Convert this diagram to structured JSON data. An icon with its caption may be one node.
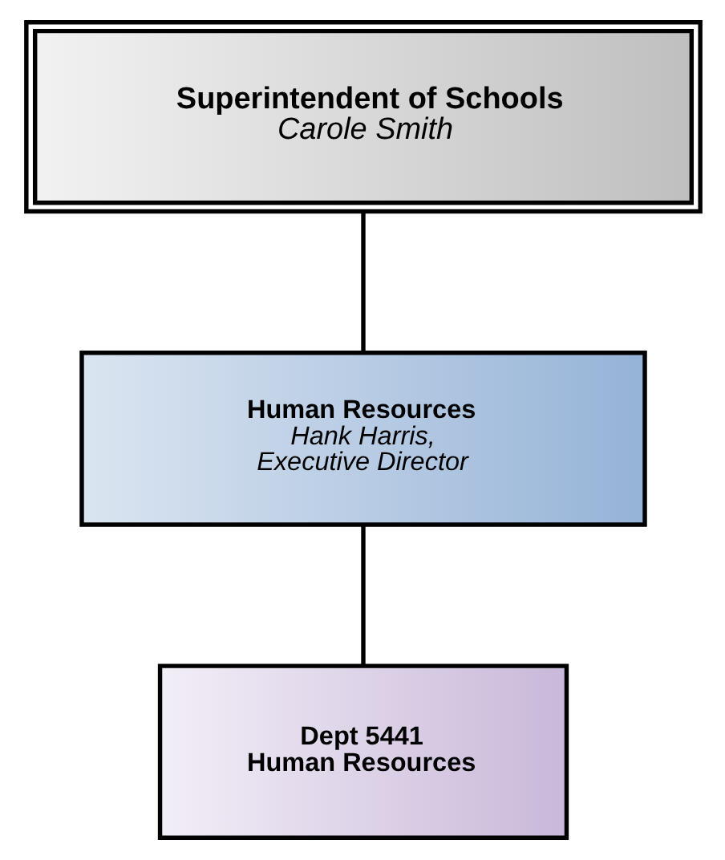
{
  "diagram": {
    "nodes": [
      {
        "text": [
          "Superintendent of Schools",
          "Carole Smith"
        ]
      },
      {
        "text": [
          "Human Resources",
          "Hank Harris, Executive Director"
        ]
      },
      {
        "text": [
          "Dept 5441",
          "Human Resources"
        ]
      }
    ],
    "edges": [
      {
        "from": 0,
        "to": 1,
        "arrow": "none"
      },
      {
        "from": 1,
        "to": 2,
        "arrow": "none"
      }
    ]
  }
}
